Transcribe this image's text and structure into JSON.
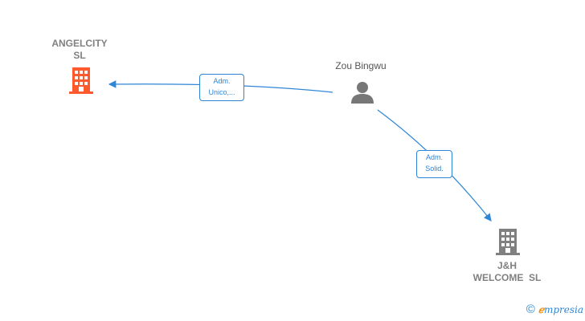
{
  "nodes": {
    "angelcity": {
      "label_line1": "ANGELCITY",
      "label_line2": "SL",
      "color": "#ff5a2d",
      "type": "company-highlight"
    },
    "zou": {
      "label": "Zou Bingwu",
      "type": "person"
    },
    "jh": {
      "label_line1": "J&H",
      "label_line2": "WELCOME  SL",
      "color": "#808080",
      "type": "company"
    }
  },
  "edges": [
    {
      "from": "zou",
      "to": "angelcity",
      "label_line1": "Adm.",
      "label_line2": "Unico,..."
    },
    {
      "from": "zou",
      "to": "jh",
      "label_line1": "Adm.",
      "label_line2": "Solid."
    }
  ],
  "footer": {
    "copyright_symbol": "©",
    "brand_first": "ℯ",
    "brand_rest": "mpresia"
  },
  "colors": {
    "edge": "#2e86d6",
    "person": "#777777"
  }
}
